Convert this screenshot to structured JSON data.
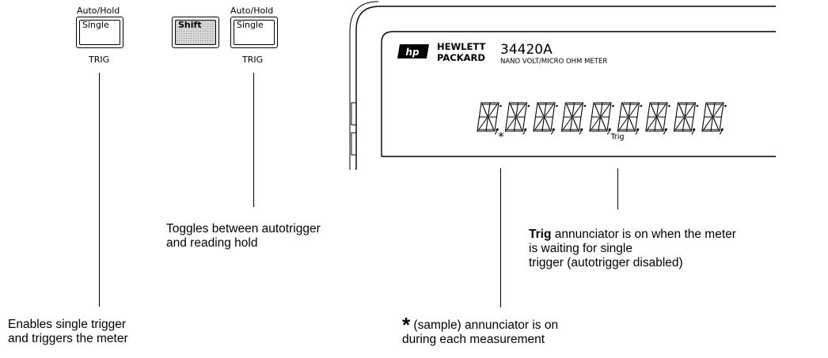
{
  "keys": {
    "left": {
      "top_label": "Auto/Hold",
      "key_label": "Single",
      "bottom_label": "TRIG"
    },
    "shift": {
      "key_label": "Shift"
    },
    "right": {
      "top_label": "Auto/Hold",
      "key_label": "Single",
      "bottom_label": "TRIG"
    }
  },
  "meter": {
    "brand_line1": "HEWLETT",
    "brand_line2": "PACKARD",
    "model": "34420A",
    "subtitle": "NANO VOLT/MICRO OHM METER",
    "digit_count": 9,
    "sample_annunciator": "*",
    "trig_annunciator": "Trig",
    "logo_glyph": "hp"
  },
  "callouts": {
    "toggles": {
      "line1": "Toggles between autotrigger",
      "line2": "and reading hold"
    },
    "trig": {
      "bold": "Trig",
      "line1_rest": " annunciator is on when the meter",
      "line2": "is waiting for single",
      "line3": "trigger (autotrigger disabled)"
    },
    "enables": {
      "line1": "Enables single trigger",
      "line2": "and triggers the meter"
    },
    "sample": {
      "star": "*",
      "line1_rest": " (sample) annunciator is on",
      "line2": "during each measurement"
    }
  }
}
